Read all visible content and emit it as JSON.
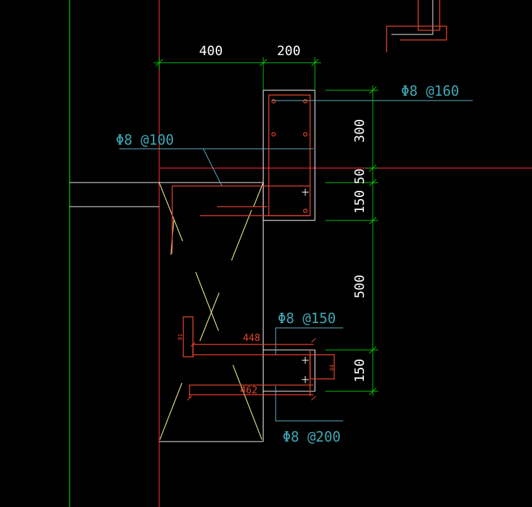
{
  "colors": {
    "background": "#000000",
    "grid_green": "#00c800",
    "grid_red": "#e0242c",
    "dimension_green": "#00c800",
    "rebar_red": "#e8452f",
    "outline_white": "#f2f2f2",
    "hatch_yellow": "#f0f08c",
    "leader_cyan": "#5fb7c7",
    "note_text": "#3fa7b5",
    "dim_text": "#ffffff"
  },
  "dimensions": {
    "top_left": "400",
    "top_right": "200",
    "right_300": "300",
    "right_50": "50",
    "right_150_upper": "150",
    "right_500": "500",
    "right_150_lower": "150"
  },
  "rebar_notes": {
    "top_right": "Φ8 @160",
    "left": "Φ8 @100",
    "mid_right": "Φ8 @150",
    "bottom": "Φ8 @200"
  },
  "rebar_lengths": {
    "upper_bar": "448",
    "lower_bar": "462",
    "hook_left": "81",
    "hook_right": "44"
  }
}
